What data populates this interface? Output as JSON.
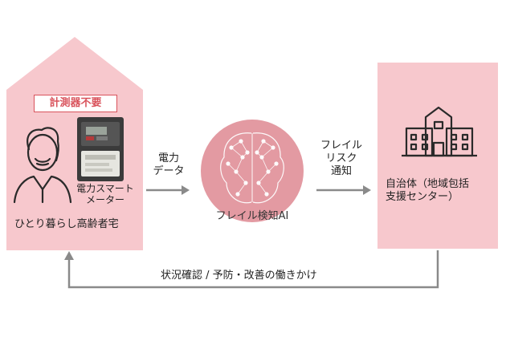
{
  "house": {
    "tag": "計測器不要",
    "meter_label_1": "電力スマート",
    "meter_label_2": "メーター",
    "residence_label": "ひとり暮らし高齢者宅"
  },
  "arrow_power": {
    "line1": "電力",
    "line2": "データ"
  },
  "ai": {
    "label": "フレイル検知AI"
  },
  "arrow_risk": {
    "line1": "フレイル",
    "line2": "リスク",
    "line3": "通知"
  },
  "municipality": {
    "line1": "自治体（地域包括",
    "line2": "支援センター）"
  },
  "feedback": {
    "label": "状況確認 / 予防・改善の働きかけ"
  },
  "colors": {
    "pink_fill": "#f7c8cd",
    "ai_circle": "#e39aa2",
    "accent_red": "#d9535c",
    "arrow_gray": "#8a8a8a"
  },
  "icons": [
    "elderly-person-icon",
    "smart-meter-image",
    "ai-brain-icon",
    "building-icon"
  ]
}
